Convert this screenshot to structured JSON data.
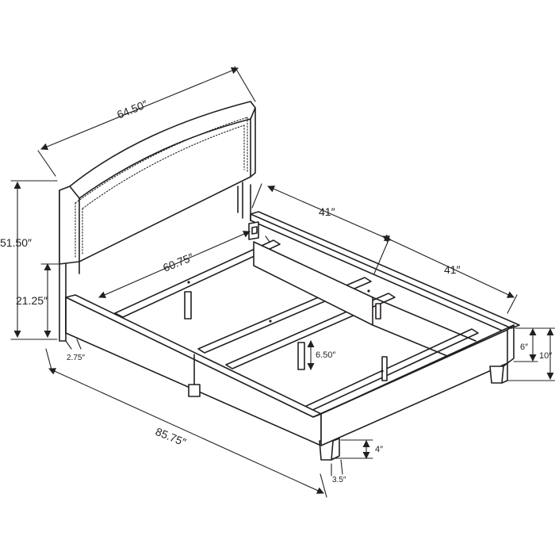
{
  "dimensions": {
    "headboard_width": "64.50″",
    "overall_height": "51.50″",
    "headboard_leg_height": "21.25″",
    "leg_inset": "2.75″",
    "inner_width": "60.75″",
    "side_rail_front": "41″",
    "side_rail_back": "41″",
    "rail_height": "6″",
    "total_rail_height": "10″",
    "center_support": "6.50″",
    "overall_length": "85.75″",
    "leg_height": "4″",
    "leg_width": "3.5″"
  },
  "colors": {
    "line": "#231f20",
    "background": "#ffffff"
  }
}
